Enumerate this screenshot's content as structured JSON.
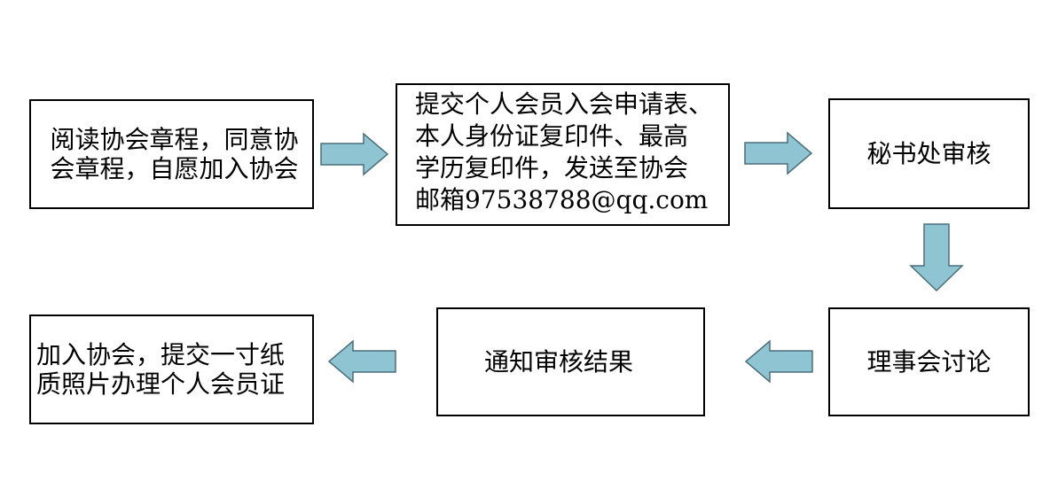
{
  "diagram": {
    "arrow_fill": "#8FC5D3",
    "arrow_stroke": "#4A6E7C",
    "steps": [
      {
        "text": "阅读协会章程，同意协\n会章程，自愿加入协会"
      },
      {
        "text": "提交个人会员入会申请表、\n本人身份证复印件、最高\n学历复印件，发送至协会\n邮箱97538788@qq.com"
      },
      {
        "text": "秘书处审核"
      },
      {
        "text": "理事会讨论"
      },
      {
        "text": "通知审核结果"
      },
      {
        "text": "加入协会，提交一寸纸\n质照片办理个人会员证"
      }
    ],
    "arrows": [
      {
        "direction": "right"
      },
      {
        "direction": "right"
      },
      {
        "direction": "down"
      },
      {
        "direction": "left"
      },
      {
        "direction": "left"
      }
    ]
  }
}
